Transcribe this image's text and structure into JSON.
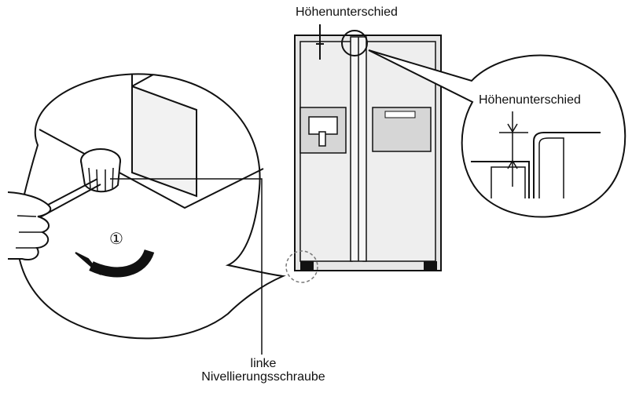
{
  "labels": {
    "top_height_difference": "Höhenunterschied",
    "right_height_difference": "Höhenunterschied",
    "left_leveling_screw_line1": "linke",
    "left_leveling_screw_line2": "Nivellierungsschraube"
  },
  "step_marker": "①",
  "colors": {
    "line": "#111111",
    "fridge_fill": "#e6e6e6",
    "panel_fill": "#d6d6d6",
    "background": "#ffffff"
  }
}
